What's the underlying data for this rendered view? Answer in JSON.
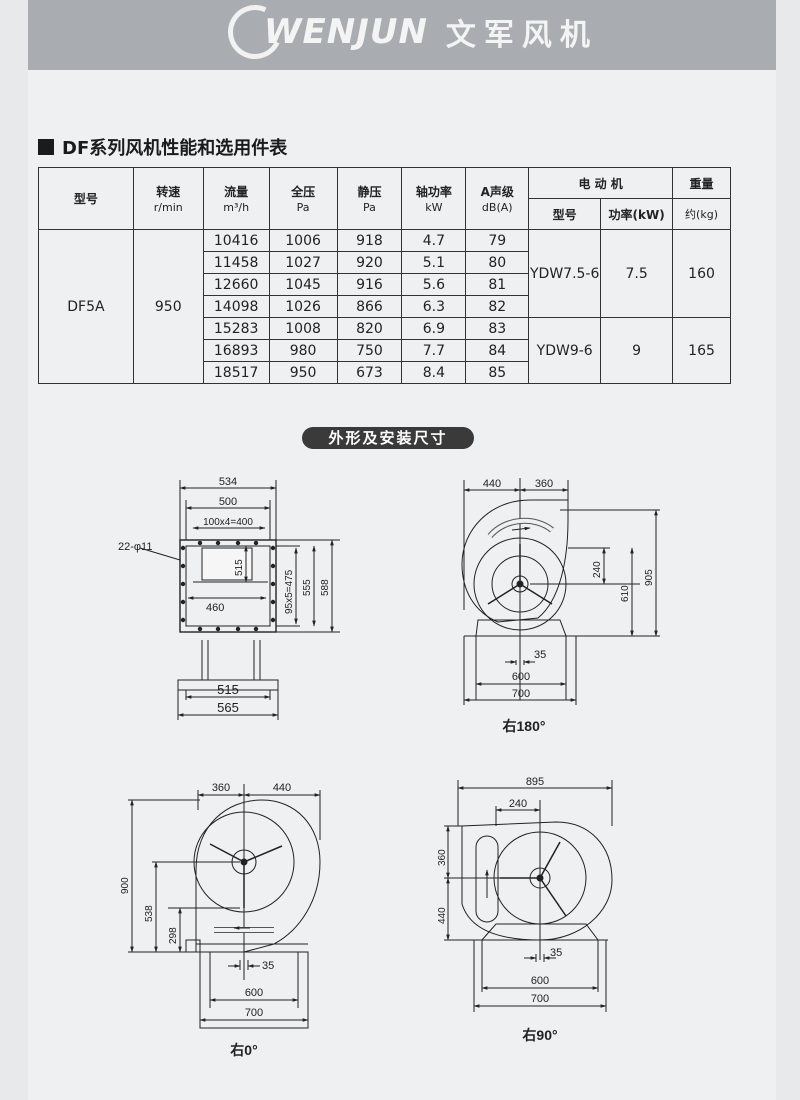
{
  "brand": {
    "logo_en": "WENJUN",
    "logo_cn": "文军风机"
  },
  "section": {
    "title": "DF系列风机性能和选用件表"
  },
  "table": {
    "headers": {
      "model": "型号",
      "speed": "转速",
      "speed_unit": "r/min",
      "flow": "流量",
      "flow_unit": "m³/h",
      "total_pressure": "全压",
      "total_pressure_unit": "Pa",
      "static_pressure": "静压",
      "static_pressure_unit": "Pa",
      "shaft_power": "轴功率",
      "shaft_power_unit": "kW",
      "noise": "A声级",
      "noise_unit": "dB(A)",
      "motor": "电 动 机",
      "motor_model": "型号",
      "motor_power": "功率(kW)",
      "weight": "重量",
      "weight_unit": "约(kg)"
    },
    "model": "DF5A",
    "speed": "950",
    "rows": [
      {
        "flow": "10416",
        "total": "1006",
        "static": "918",
        "power": "4.7",
        "noise": "79"
      },
      {
        "flow": "11458",
        "total": "1027",
        "static": "920",
        "power": "5.1",
        "noise": "80"
      },
      {
        "flow": "12660",
        "total": "1045",
        "static": "916",
        "power": "5.6",
        "noise": "81"
      },
      {
        "flow": "14098",
        "total": "1026",
        "static": "866",
        "power": "6.3",
        "noise": "82"
      },
      {
        "flow": "15283",
        "total": "1008",
        "static": "820",
        "power": "6.9",
        "noise": "83"
      },
      {
        "flow": "16893",
        "total": "980",
        "static": "750",
        "power": "7.7",
        "noise": "84"
      },
      {
        "flow": "18517",
        "total": "950",
        "static": "673",
        "power": "8.4",
        "noise": "85"
      }
    ],
    "motors": [
      {
        "model": "YDW7.5-6",
        "power": "7.5",
        "weight": "160"
      },
      {
        "model": "YDW9-6",
        "power": "9",
        "weight": "165"
      }
    ]
  },
  "drawing": {
    "badge": "外形及安装尺寸",
    "front_view": {
      "holes": "22-φ11",
      "dim_534": "534",
      "dim_500": "500",
      "dim_100x4": "100x4=400",
      "dim_515_v": "515",
      "dim_460": "460",
      "dim_95x5": "95x5=475",
      "dim_555": "555",
      "dim_588": "588",
      "dim_515": "515",
      "dim_565": "565"
    },
    "right180": {
      "label": "右180°",
      "dim_440": "440",
      "dim_360": "360",
      "dim_240": "240",
      "dim_610": "610",
      "dim_905": "905",
      "dim_35": "35",
      "dim_600": "600",
      "dim_700": "700"
    },
    "right0": {
      "label": "右0°",
      "dim_360": "360",
      "dim_440": "440",
      "dim_900": "900",
      "dim_538": "538",
      "dim_298": "298",
      "dim_35": "35",
      "dim_600": "600",
      "dim_700": "700"
    },
    "right90": {
      "label": "右90°",
      "dim_895": "895",
      "dim_240": "240",
      "dim_360": "360",
      "dim_440": "440",
      "dim_35": "35",
      "dim_600": "600",
      "dim_700": "700"
    }
  }
}
